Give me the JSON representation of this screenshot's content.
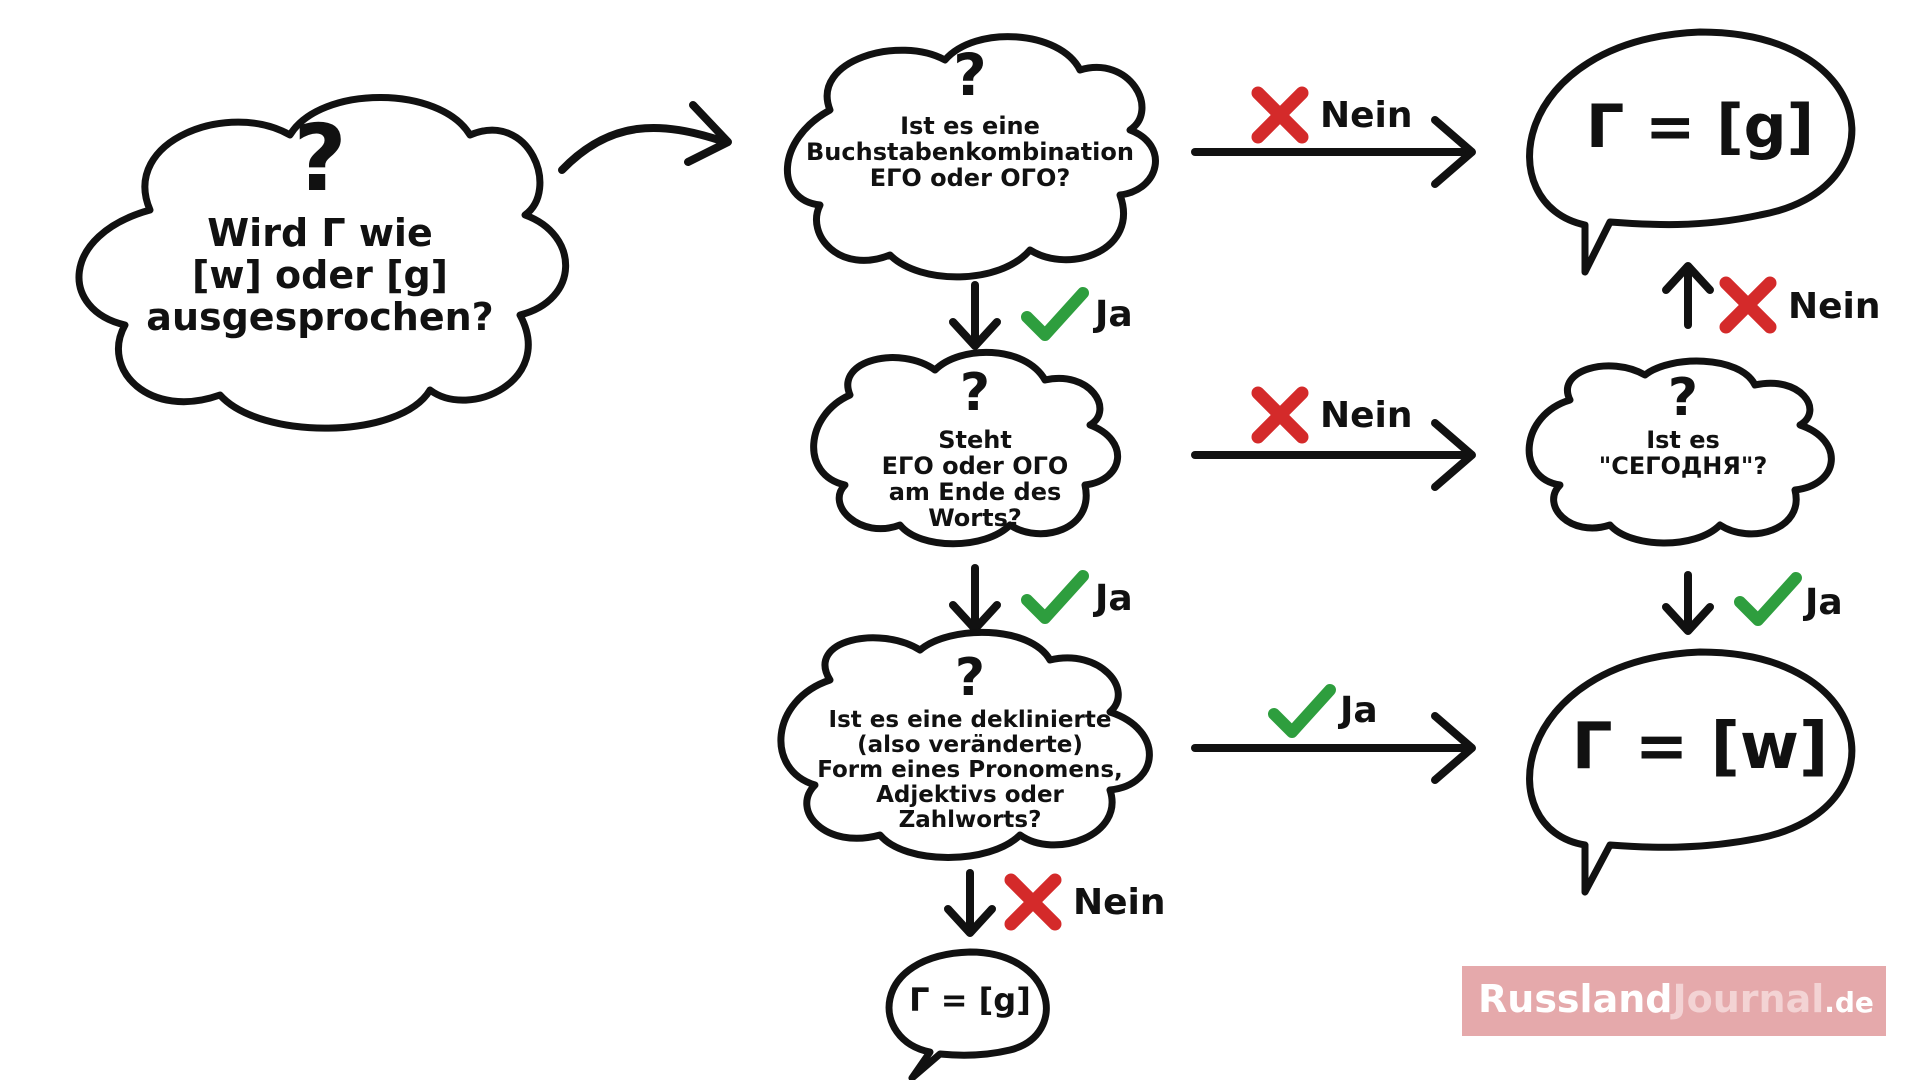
{
  "start": {
    "question_mark": "?",
    "lines": [
      "Wird Г wie",
      "[w] oder [g]",
      "ausgesprochen?"
    ]
  },
  "q1": {
    "question_mark": "?",
    "lines": [
      "Ist es eine",
      "Buchstabenkombination",
      "ЕГО oder ОГО?"
    ]
  },
  "q2": {
    "question_mark": "?",
    "lines": [
      "Steht",
      "ЕГО oder ОГО",
      "am Ende des",
      "Worts?"
    ]
  },
  "q3": {
    "question_mark": "?",
    "lines": [
      "Ist es eine deklinierte",
      "(also veränderte)",
      "Form eines Pronomens,",
      "Adjektivs oder",
      "Zahlworts?"
    ]
  },
  "q4": {
    "question_mark": "?",
    "lines": [
      "Ist es",
      "\"СЕГОДНЯ\"?"
    ]
  },
  "results": {
    "g_top": "Г = [g]",
    "w_big": "Г = [w]",
    "g_bottom": "Г = [g]"
  },
  "labels": {
    "nein": "Nein",
    "ja": "Ja"
  },
  "colors": {
    "yes_check": "#2e9e3e",
    "no_cross": "#d42a2a",
    "logo_bg": "#e09a9c"
  },
  "logo": {
    "part1": "Russland",
    "part2": "Journal",
    "part3": ".de"
  }
}
